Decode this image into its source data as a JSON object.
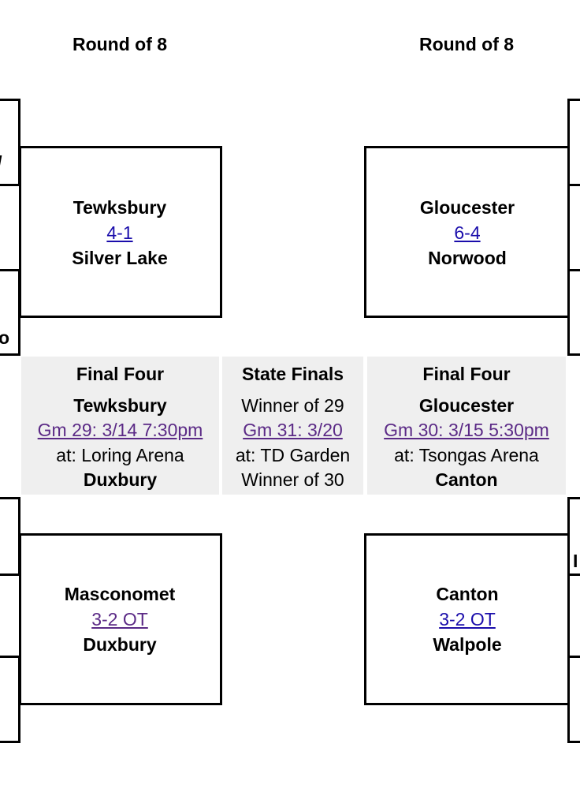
{
  "headers": {
    "left": "Round of 8",
    "right": "Round of 8"
  },
  "colors": {
    "link_blue": "#1a0dab",
    "link_visited": "#5b2a86",
    "panel_bg": "#efefef"
  },
  "edge_fragments": {
    "left_top": "/",
    "left_mid": "o",
    "right_bottom": "I"
  },
  "matches": {
    "top_left": {
      "team1": "Tewksbury",
      "score": "4-1",
      "team2": "Silver Lake"
    },
    "top_right": {
      "team1": "Gloucester",
      "score": "6-4",
      "team2": "Norwood"
    },
    "bottom_left": {
      "team1": "Masconomet",
      "score": "3-2 OT",
      "team2": "Duxbury"
    },
    "bottom_right": {
      "team1": "Canton",
      "score": "3-2 OT",
      "team2": "Walpole"
    }
  },
  "panels": {
    "left": {
      "title": "Final Four",
      "line1": "Tewksbury",
      "game_link": "Gm 29: 3/14 7:30pm",
      "venue": "at: Loring Arena",
      "line4": "Duxbury"
    },
    "center": {
      "title": "State Finals",
      "line1": "Winner of 29",
      "game_link": "Gm 31: 3/20",
      "venue": "at: TD Garden",
      "line4": "Winner of 30"
    },
    "right": {
      "title": "Final Four",
      "line1": "Gloucester",
      "game_link": "Gm 30: 3/15 5:30pm",
      "venue": "at: Tsongas Arena",
      "line4": "Canton"
    }
  }
}
